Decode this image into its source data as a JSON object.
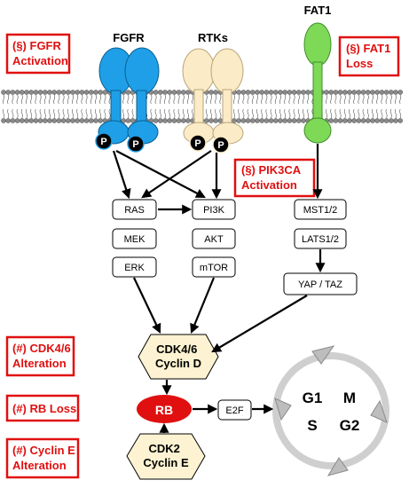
{
  "receptors": {
    "fgfr": "FGFR",
    "rtks": "RTKs",
    "fat1": "FAT1",
    "phospho": "P"
  },
  "alterations": {
    "fgfr_activation": [
      "(§) FGFR",
      "Activation"
    ],
    "fat1_loss": [
      "(§) FAT1",
      "Loss"
    ],
    "pik3ca_activation": [
      "(§) PIK3CA",
      "Activation"
    ],
    "cdk46_alteration": [
      "(#) CDK4/6",
      "Alteration"
    ],
    "rb_loss": [
      "(#) RB Loss"
    ],
    "cycline_alteration": [
      "(#) Cyclin E",
      "Alteration"
    ]
  },
  "nodes": {
    "ras": "RAS",
    "mek": "MEK",
    "erk": "ERK",
    "pi3k": "PI3K",
    "akt": "AKT",
    "mtor": "mTOR",
    "mst": "MST1/2",
    "lats": "LATS1/2",
    "yap": "YAP / TAZ",
    "cdk46": [
      "CDK4/6",
      "Cyclin D"
    ],
    "rb": "RB",
    "e2f": "E2F",
    "cdk2": [
      "CDK2",
      "Cyclin E"
    ]
  },
  "cell_cycle": {
    "g1": "G1",
    "m": "M",
    "s": "S",
    "g2": "G2"
  },
  "colors": {
    "fgfr": "#1f9fe8",
    "rtk": "#fbebc7",
    "fat1": "#7ed957",
    "alert": "#e01010",
    "hexagon": "#fdf3d2",
    "cycle": "#cfcfcf"
  }
}
